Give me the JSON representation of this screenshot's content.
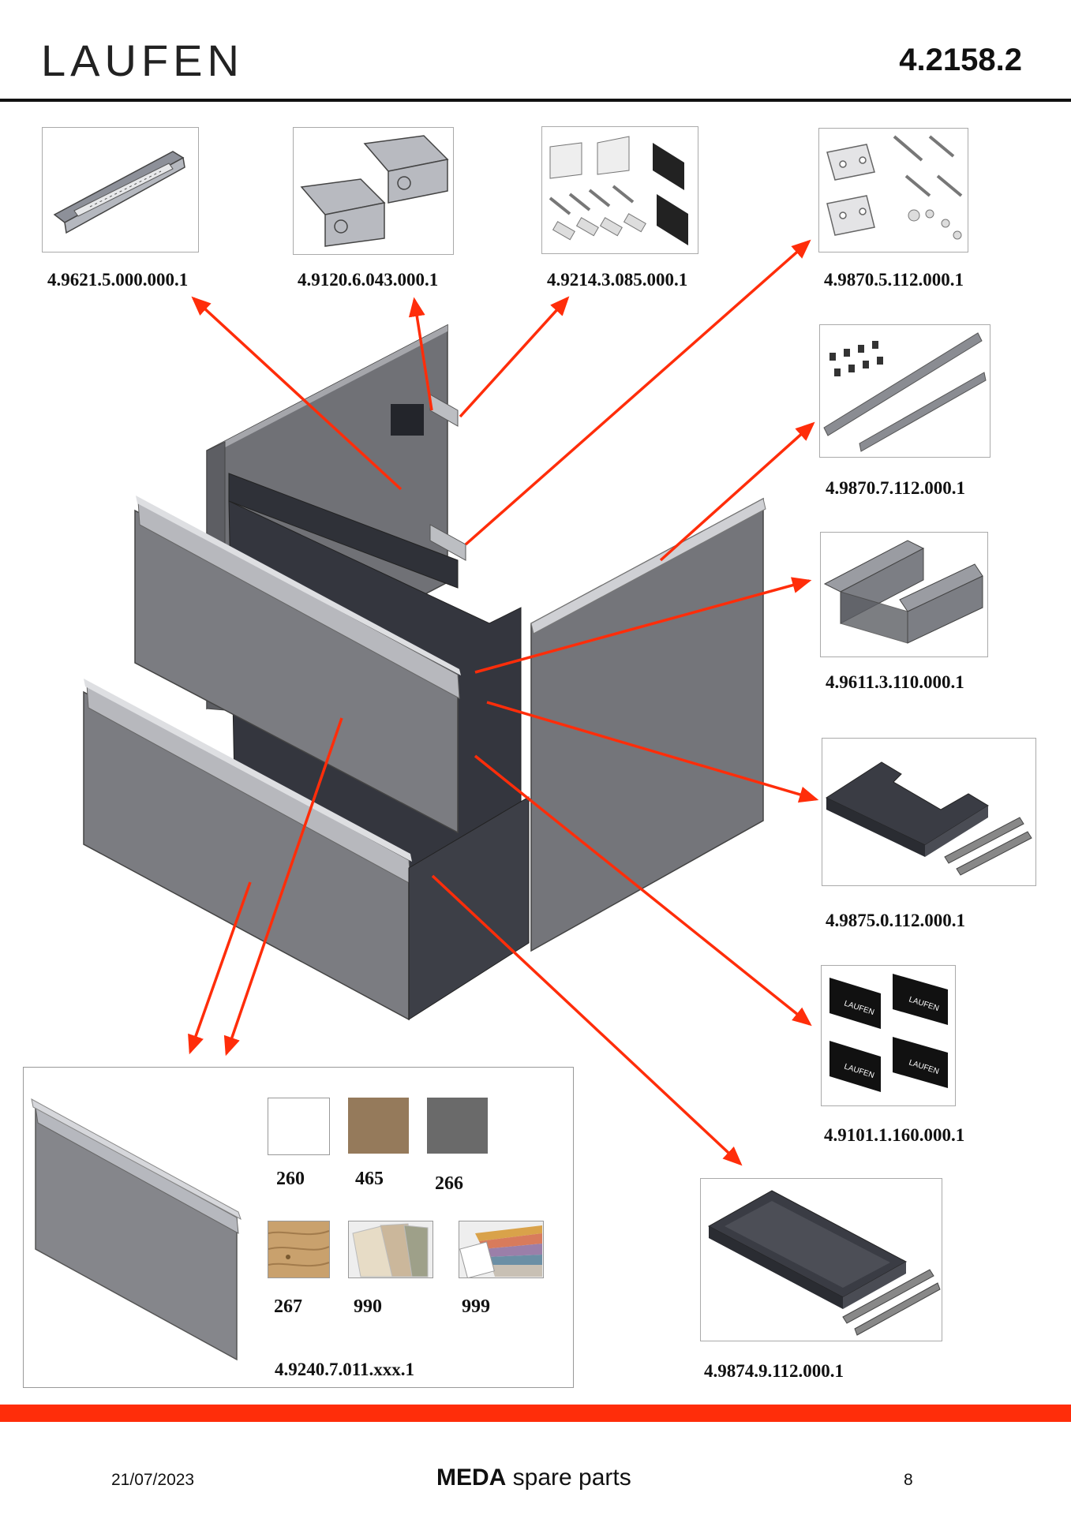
{
  "header": {
    "brand": "LAUFEN",
    "doc_number": "4.2158.2"
  },
  "parts": [
    {
      "code": "4.9621.5.000.000.1",
      "icon": "drawer-runner-rail"
    },
    {
      "code": "4.9120.6.043.000.1",
      "icon": "hinge-bracket-pair"
    },
    {
      "code": "4.9214.3.085.000.1",
      "icon": "cover-caps-and-screws"
    },
    {
      "code": "4.9870.5.112.000.1",
      "icon": "mounting-angles-and-screws"
    },
    {
      "code": "4.9870.7.112.000.1",
      "icon": "profile-strips-and-buffers"
    },
    {
      "code": "4.9611.3.110.000.1",
      "icon": "u-shaped-siphon-tray"
    },
    {
      "code": "4.9875.0.112.000.1",
      "icon": "upper-drawer-with-runners"
    },
    {
      "code": "4.9101.1.160.000.1",
      "icon": "logo-label-tags"
    },
    {
      "code": "4.9874.9.112.000.1",
      "icon": "lower-drawer-with-runners"
    }
  ],
  "front_panel": {
    "code": "4.9240.7.011.xxx.1",
    "swatches": [
      {
        "code": "260",
        "color": "#ffffff"
      },
      {
        "code": "465",
        "color": "#957a5b"
      },
      {
        "code": "266",
        "color": "#6a6a6a"
      },
      {
        "code": "267",
        "color": "#c9a16d"
      },
      {
        "code": "990",
        "color": "#d8cdb7"
      },
      {
        "code": "999",
        "color": "#d9a24a"
      }
    ]
  },
  "footer": {
    "date": "21/07/2023",
    "title_bold": "MEDA",
    "title_rest": " spare parts",
    "page": "8"
  },
  "colors": {
    "accent": "#ff2d0a",
    "cabinet": "#7a7b80",
    "cabinet_dark": "#3b3d45"
  }
}
